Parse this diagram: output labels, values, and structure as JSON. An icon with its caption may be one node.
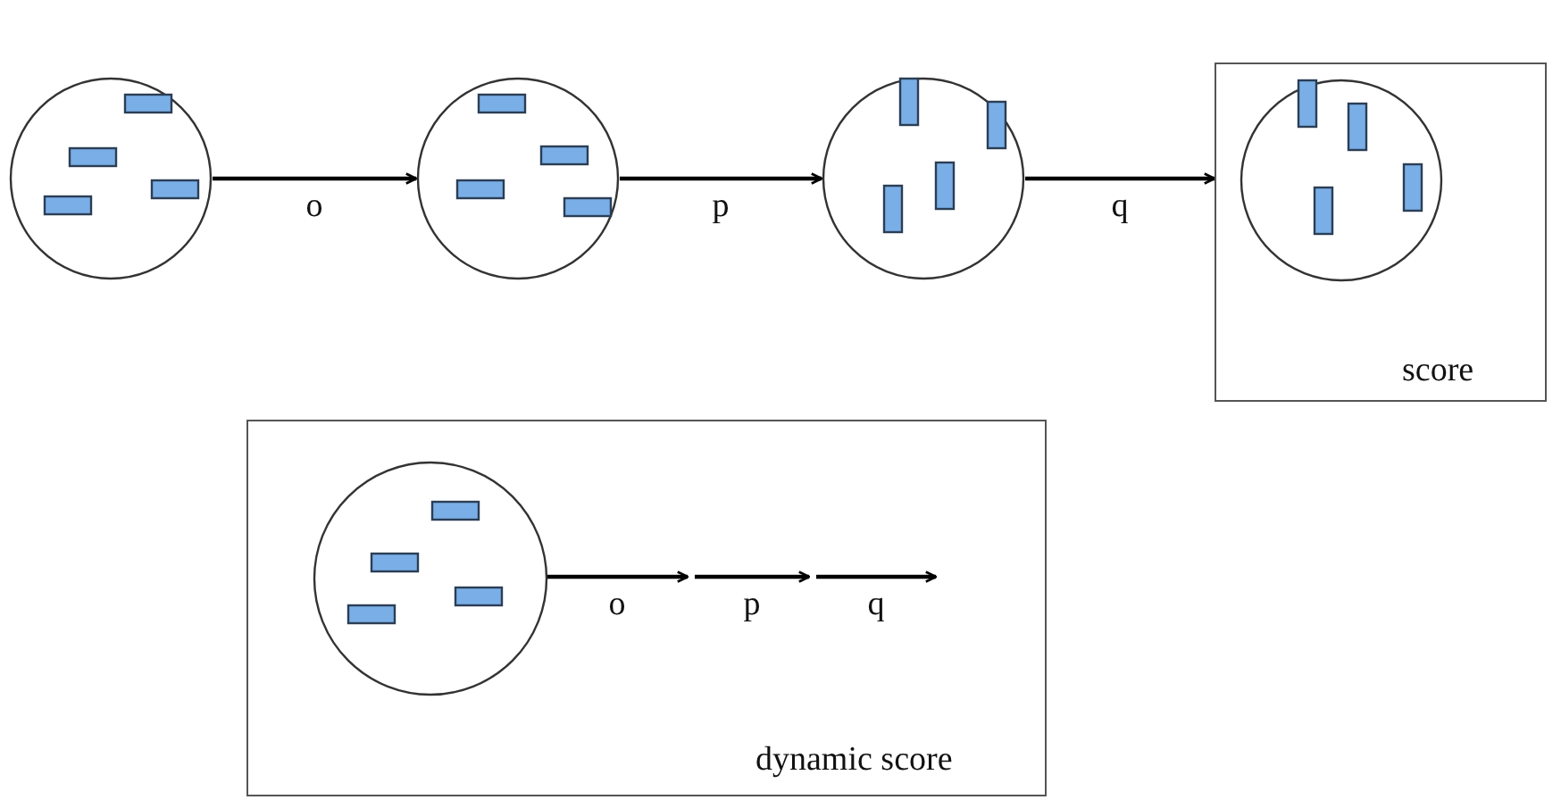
{
  "diagram": {
    "nodes": [
      {
        "text": [],
        "shape": "circle"
      },
      {
        "text": [],
        "shape": "circle"
      },
      {
        "text": [],
        "shape": "circle"
      },
      {
        "text": [],
        "shape": "circle",
        "in": 4
      },
      {
        "text": [
          "score"
        ]
      },
      {
        "text": [
          "dynamic score"
        ]
      },
      {
        "text": [],
        "shape": "circle",
        "in": 5
      }
    ],
    "edges": [
      {
        "from": 0,
        "to": 1,
        "arrow": "to",
        "label": "o"
      },
      {
        "from": 1,
        "to": 2,
        "arrow": "to",
        "label": "p"
      },
      {
        "from": 2,
        "to": 4,
        "arrow": "to",
        "label": "q"
      },
      {
        "from": 6,
        "to": null,
        "arrow": "to",
        "label": "o"
      }
    ],
    "labels": [
      "p",
      "q"
    ]
  }
}
